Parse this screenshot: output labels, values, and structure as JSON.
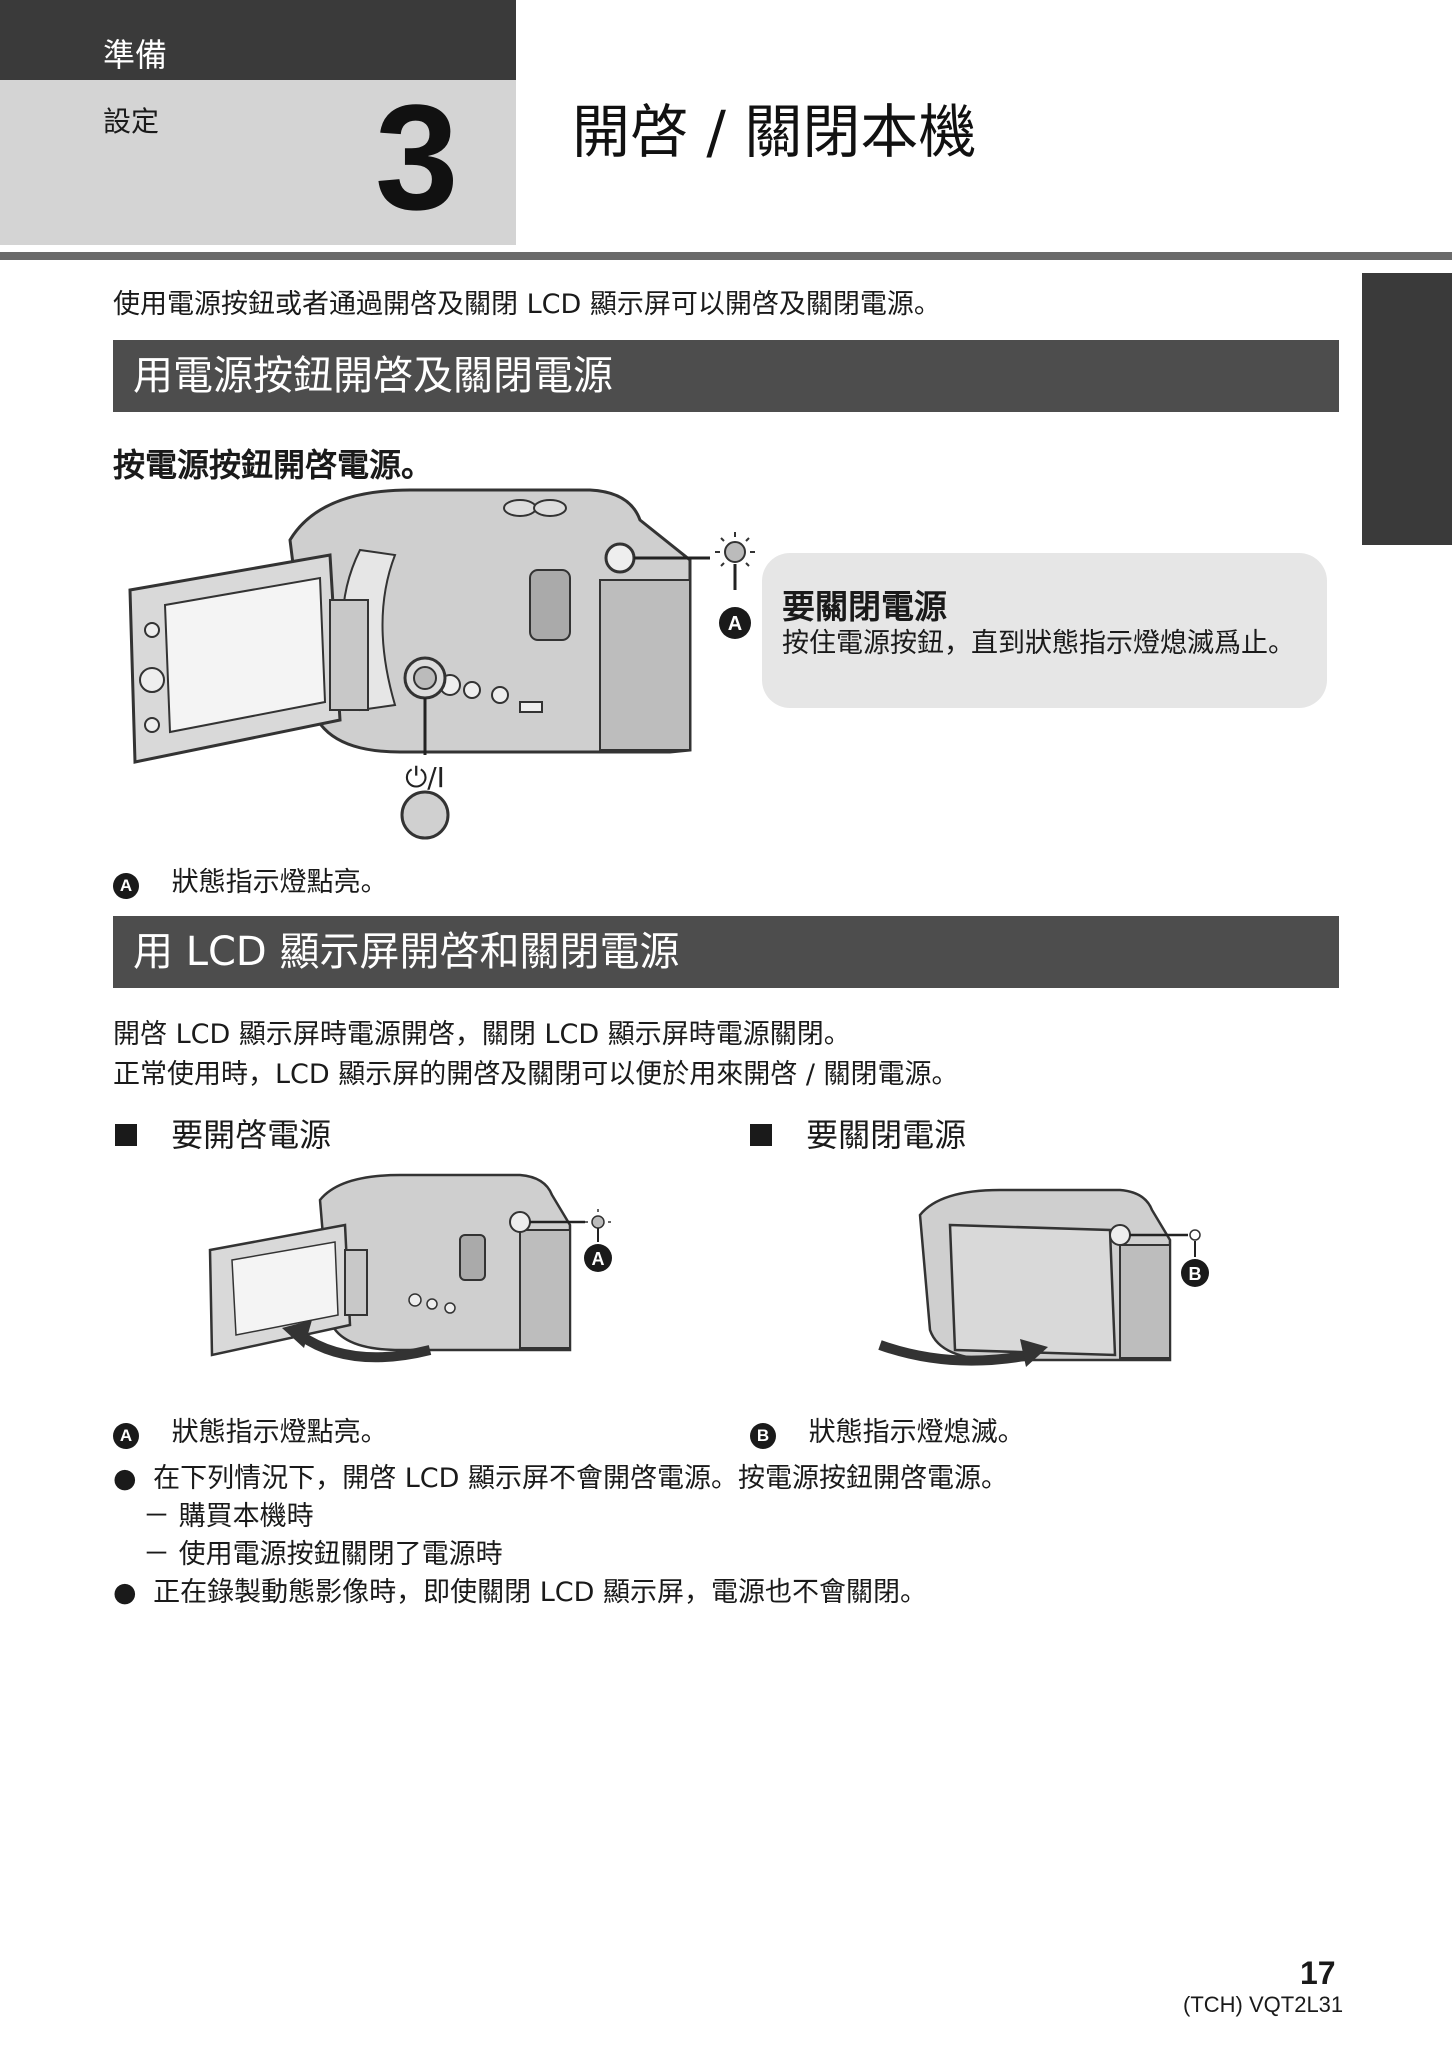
{
  "header": {
    "section": "準備",
    "subsection": "設定",
    "step_number": "3",
    "title": "開啓 / 關閉本機"
  },
  "intro": "使用電源按鈕或者通過開啓及關閉 LCD 顯示屏可以開啓及關閉電源。",
  "section1": {
    "heading": "用電源按鈕開啓及關閉電源",
    "step": "按電源按鈕開啓電源。",
    "callout_title": "要關閉電源",
    "callout_body": "按住電源按鈕，直到狀態指示燈熄滅爲止。",
    "power_symbol": "⏻/I",
    "marker_a": "A",
    "note_a": "狀態指示燈點亮。"
  },
  "section2": {
    "heading": "用 LCD 顯示屏開啓和關閉電源",
    "line1": "開啓 LCD 顯示屏時電源開啓，關閉 LCD 顯示屏時電源關閉。",
    "line2": "正常使用時，LCD 顯示屏的開啓及關閉可以便於用來開啓 / 關閉電源。",
    "sub_on": "要開啓電源",
    "sub_off": "要關閉電源",
    "marker_a": "A",
    "marker_b": "B",
    "note_a": "狀態指示燈點亮。",
    "note_b": "狀態指示燈熄滅。",
    "bullet1": "在下列情況下，開啓 LCD 顯示屏不會開啓電源。按電源按鈕開啓電源。",
    "dash1": "－ 購買本機時",
    "dash2": "－ 使用電源按鈕關閉了電源時",
    "bullet2": "正在錄製動態影像時，即使關閉 LCD 顯示屏，電源也不會關閉。"
  },
  "footer": {
    "page_number": "17",
    "code": "(TCH) VQT2L31"
  }
}
